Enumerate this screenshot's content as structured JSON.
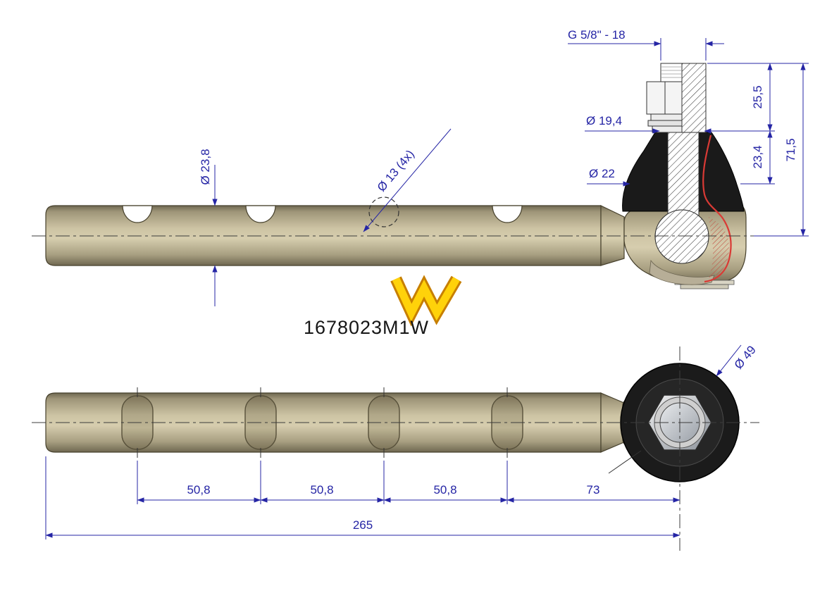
{
  "part_number": "1678023M1W",
  "logo_icon": "w-logo",
  "colors": {
    "dimension_blue": "#2525a5",
    "rod_tan": "#cdc4a4",
    "rod_tan_dark": "#6e6750",
    "boot_black": "#1a1a1a",
    "seal_red": "#d93a35",
    "logo_yellow": "#ffd20a",
    "logo_outline": "#c77f00",
    "background": "#ffffff"
  },
  "side_view": {
    "thread_spec": "G 5/8\" - 18",
    "stud_diameter": "Ø 19,4",
    "taper_diameter": "Ø 22",
    "rod_diameter": "Ø 23,8",
    "hole_diameter": "Ø 13  (4x)",
    "dim_25_5": "25,5",
    "dim_23_4": "23,4",
    "dim_71_5": "71,5"
  },
  "plan_view": {
    "housing_diameter": "Ø 49",
    "hole_spacing_1": "50,8",
    "hole_spacing_2": "50,8",
    "hole_spacing_3": "50,8",
    "end_distance": "73",
    "overall_length": "265"
  }
}
